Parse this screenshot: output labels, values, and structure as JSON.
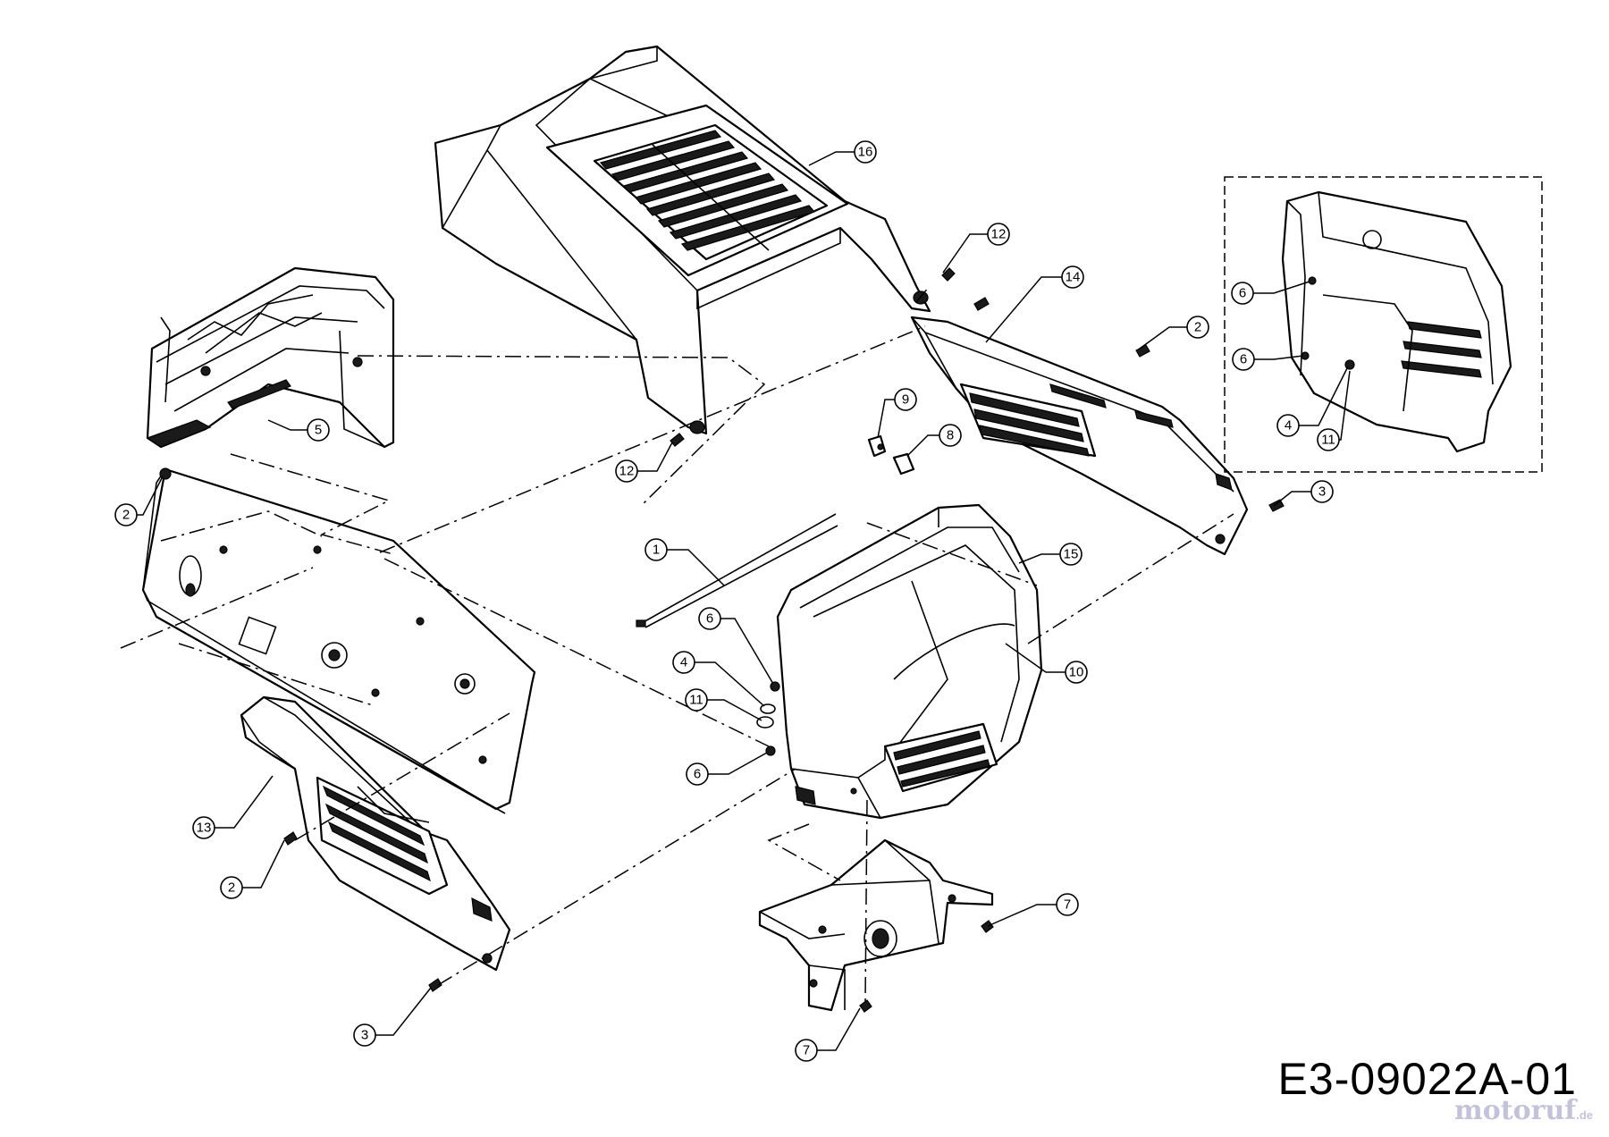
{
  "drawing": {
    "code": "E3-09022A-01",
    "watermark_brand": "motoruf",
    "watermark_tld": ".de"
  },
  "callouts": [
    {
      "label": "16",
      "part": "hood"
    },
    {
      "label": "12",
      "part": "screw-upper-right"
    },
    {
      "label": "12",
      "part": "screw-lower-left"
    },
    {
      "label": "14",
      "part": "right-side-panel"
    },
    {
      "label": "2",
      "part": "screw-right"
    },
    {
      "label": "9",
      "part": "bulb-socket"
    },
    {
      "label": "8",
      "part": "bulb"
    },
    {
      "label": "5",
      "part": "dash-panel-clip"
    },
    {
      "label": "2",
      "part": "screw-dash"
    },
    {
      "label": "1",
      "part": "wire-harness"
    },
    {
      "label": "15",
      "part": "grille"
    },
    {
      "label": "10",
      "part": "lens"
    },
    {
      "label": "6",
      "part": "nut-upper"
    },
    {
      "label": "4",
      "part": "washer"
    },
    {
      "label": "11",
      "part": "grommet"
    },
    {
      "label": "6",
      "part": "nut-lower"
    },
    {
      "label": "3",
      "part": "screw-right-panel"
    },
    {
      "label": "13",
      "part": "left-side-panel"
    },
    {
      "label": "2",
      "part": "screw-left-panel"
    },
    {
      "label": "3",
      "part": "screw-left-bottom"
    },
    {
      "label": "7",
      "part": "bolt-bracket"
    },
    {
      "label": "7",
      "part": "bolt-bracket-bottom"
    },
    {
      "label": "6",
      "part": "detail-nut-upper"
    },
    {
      "label": "6",
      "part": "detail-nut-lower"
    },
    {
      "label": "4",
      "part": "detail-washer"
    },
    {
      "label": "11",
      "part": "detail-grommet"
    }
  ]
}
